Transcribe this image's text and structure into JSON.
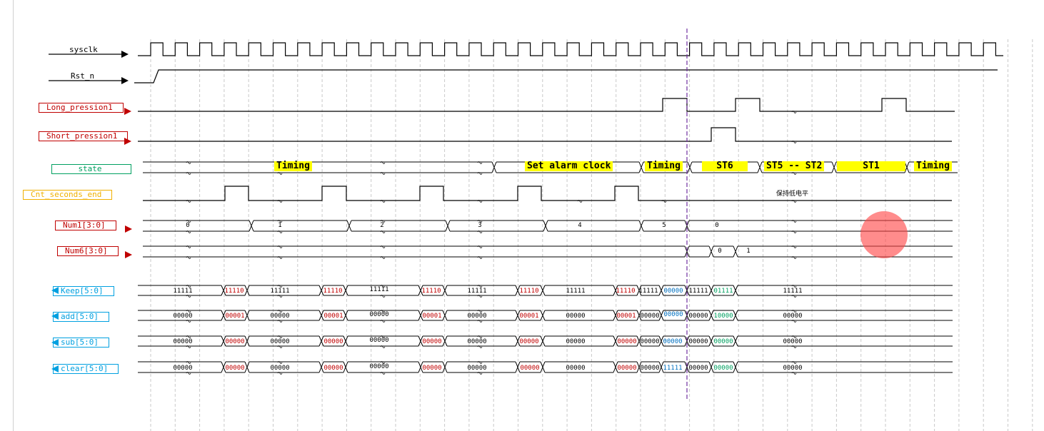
{
  "diagram": {
    "signals": [
      {
        "id": "sysclk",
        "label": "sysclk",
        "style": "plain",
        "color": "#000000"
      },
      {
        "id": "rst",
        "label": "Rst_n",
        "style": "plain",
        "color": "#000000"
      },
      {
        "id": "long",
        "label": "Long_pression1",
        "style": "box",
        "color": "#c00000"
      },
      {
        "id": "short",
        "label": "Short_pression1",
        "style": "box",
        "color": "#c00000"
      },
      {
        "id": "state",
        "label": "state",
        "style": "box",
        "color": "#00a060"
      },
      {
        "id": "cnt",
        "label": "Cnt_seconds_end",
        "style": "box",
        "color": "#f0b000"
      },
      {
        "id": "num1",
        "label": "Num1[3:0]",
        "style": "box",
        "color": "#c00000"
      },
      {
        "id": "num6",
        "label": "Num6[3:0]",
        "style": "box",
        "color": "#c00000"
      },
      {
        "id": "keep",
        "label": "Keep[5:0]",
        "style": "box",
        "color": "#00a0e0"
      },
      {
        "id": "add",
        "label": "add[5:0]",
        "style": "box",
        "color": "#00a0e0"
      },
      {
        "id": "sub",
        "label": "sub[5:0]",
        "style": "box",
        "color": "#00a0e0"
      },
      {
        "id": "clear",
        "label": "clear[5:0]",
        "style": "box",
        "color": "#00a0e0"
      }
    ],
    "states": [
      "Timing",
      "Set alarm clock",
      "Timing",
      "ST6",
      "ST5 -- ST2",
      "ST1",
      "Timing"
    ],
    "cnt_note": "保持低电平",
    "num1_values": [
      "0",
      "1",
      "2",
      "3",
      "4",
      "5",
      "0"
    ],
    "num6_values": [
      "0",
      "1"
    ],
    "keep_values": [
      "11111",
      "11110",
      "11111",
      "11110",
      "11111",
      "11110",
      "11111",
      "11110",
      "11111",
      "11110",
      "11111",
      "00000",
      "11111",
      "01111",
      "11111"
    ],
    "add_values": [
      "00000",
      "00001",
      "00000",
      "00001",
      "00000",
      "00001",
      "00000",
      "00001",
      "00000",
      "00001",
      "00000",
      "00000",
      "00000",
      "10000",
      "00000"
    ],
    "sub_values": [
      "00000",
      "00000",
      "00000",
      "00000",
      "00000",
      "00000",
      "00000",
      "00000",
      "00000",
      "00000",
      "00000",
      "00000",
      "00000",
      "00000",
      "00000"
    ],
    "clear_values": [
      "00000",
      "00000",
      "00000",
      "00000",
      "00000",
      "00000",
      "00000",
      "00000",
      "00000",
      "00000",
      "00000",
      "11111",
      "00000",
      "00000",
      "00000"
    ],
    "colors": {
      "red": "#c00000",
      "green": "#00a060",
      "blue": "#0070c0",
      "cursor": "#7030a0",
      "highlight": "#ffff00"
    }
  }
}
